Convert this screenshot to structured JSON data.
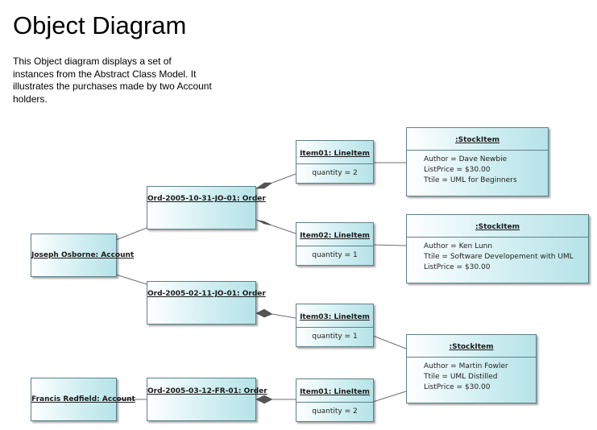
{
  "title": "Object Diagram",
  "description": "This Object diagram displays a set of instances from the Abstract Class Model. It illustrates the purchases made by two Account holders.",
  "accounts": {
    "joseph": "Joseph Osborne: Account",
    "francis": "Francis Redfield: Account"
  },
  "orders": {
    "o1": "Ord-2005-10-31-JO-01: Order",
    "o2": "Ord-2005-02-11-JO-01: Order",
    "o3": "Ord-2005-03-12-FR-01: Order"
  },
  "line_items": {
    "li1": {
      "name": "Item01: LineItem",
      "attr": "quantity = 2"
    },
    "li2": {
      "name": "Item02: LineItem",
      "attr": "quantity = 1"
    },
    "li3": {
      "name": "Item03: LineItem",
      "attr": "quantity = 1"
    },
    "li4": {
      "name": "Item01: LineItem",
      "attr": "quantity = 2"
    }
  },
  "stock_items": {
    "s1": {
      "name": ":StockItem",
      "attrs": [
        "Author = Dave Newbie",
        "ListPrice = $30.00",
        "Ttile = UML for Beginners"
      ]
    },
    "s2": {
      "name": ":StockItem",
      "attrs": [
        "Author = Ken Lunn",
        "Ttile = Software Developement with UML",
        "ListPrice = $30.00"
      ]
    },
    "s3": {
      "name": ":StockItem",
      "attrs": [
        "Author = Martin Fowler",
        "Ttile = UML Distilled",
        "ListPrice = $30.00"
      ]
    }
  },
  "colors": {
    "box_border": "#5f7f86",
    "box_fill": "#b6e3e8",
    "line": "#707070",
    "diamond": "#555555"
  }
}
